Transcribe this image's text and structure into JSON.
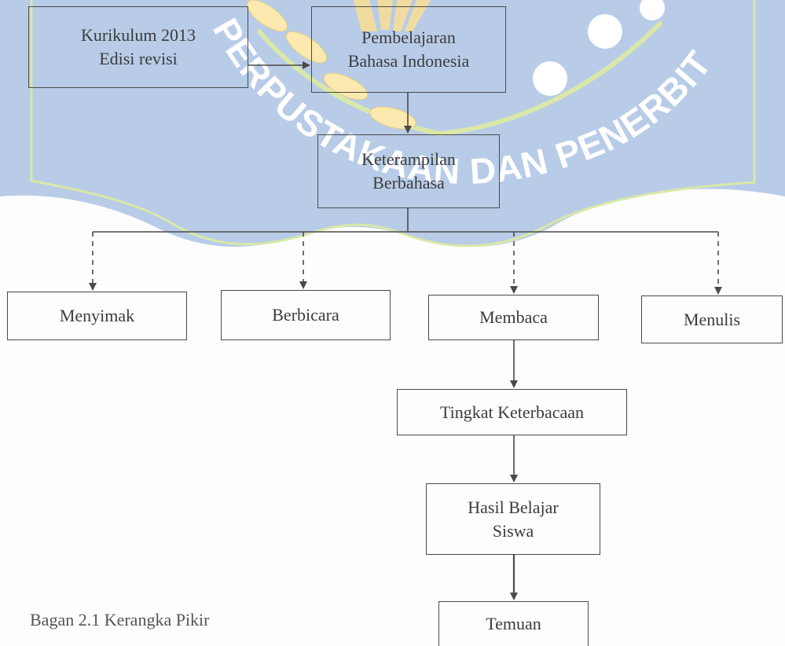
{
  "watermark": {
    "text": "PERPUSTAKAAN DAN PENERBIT",
    "shield_color": "#b8cce8",
    "accent_color": "#d9e8a8"
  },
  "diagram": {
    "kurikulum": "Kurikulum  2013\nEdisi revisi",
    "pembelajaran": "Pembelajaran\nBahasa Indonesia",
    "keterampilan": "Keterampilan\nBerbahasa",
    "menyimak": "Menyimak",
    "berbicara": "Berbicara",
    "membaca": "Membaca",
    "menulis": "Menulis",
    "keterbacaan": "Tingkat Keterbacaan",
    "hasil": "Hasil Belajar\nSiswa",
    "temuan": "Temuan"
  },
  "caption": "Bagan 2.1 Kerangka Pikir"
}
